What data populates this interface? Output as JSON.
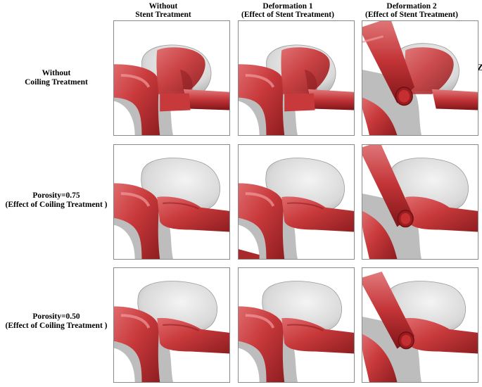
{
  "figure": {
    "column_headers": [
      {
        "line1": "Without",
        "line2": "Stent Treatment"
      },
      {
        "line1": "Deformation 1",
        "line2": "(Effect of Stent Treatment)"
      },
      {
        "line1": "Deformation 2",
        "line2": "(Effect of Stent Treatment)"
      }
    ],
    "row_headers": [
      {
        "line1": "Without",
        "line2": "Coiling Treatment"
      },
      {
        "line1": "Porosity=0.75",
        "line2": "(Effect of Coiling Treatment )"
      },
      {
        "line1": "Porosity=0.50",
        "line2": "(Effect of Coiling Treatment )"
      }
    ],
    "edge_label": "Z",
    "colors": {
      "vessel": "#c8393b",
      "vessel_dark": "#8e1d20",
      "vessel_highlight": "#e4777a",
      "aneurysm_sac": "#dcdcdc",
      "sac_outline": "#9a9a9a",
      "panel_border": "#8a8a8a"
    }
  }
}
